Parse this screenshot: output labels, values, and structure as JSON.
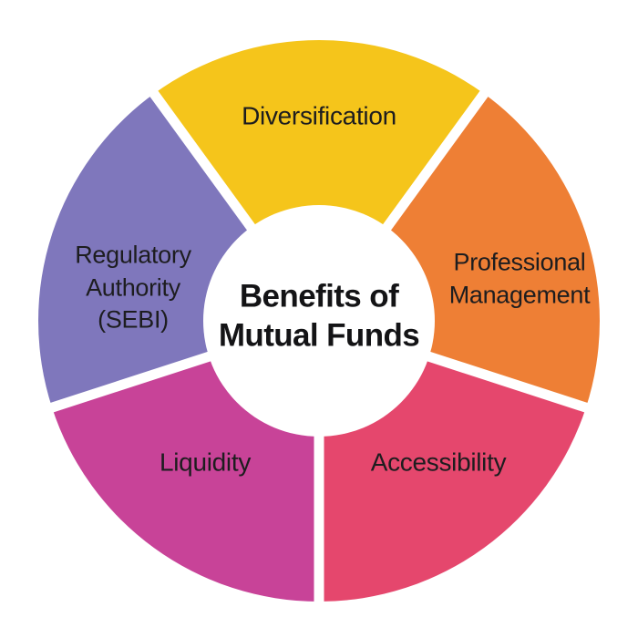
{
  "chart_data": {
    "type": "pie",
    "variant": "donut",
    "title": "Benefits of Mutual Funds",
    "center_label_lines": [
      "Benefits of",
      "Mutual Funds"
    ],
    "segments": [
      {
        "label": "Diversification",
        "value": 20,
        "color": "#F5C51B"
      },
      {
        "label": "Professional Management",
        "value": 20,
        "color": "#EE7F35"
      },
      {
        "label": "Accessibility",
        "value": 20,
        "color": "#E5476D"
      },
      {
        "label": "Liquidity",
        "value": 20,
        "color": "#C84398"
      },
      {
        "label": "Regulatory Authority (SEBI)",
        "value": 20,
        "color": "#7F77BC"
      }
    ],
    "layout_hints": {
      "start_angle_deg_screen": 234,
      "direction": "clockwise",
      "outer_radius": 308,
      "inner_radius": 127,
      "separator_width": 11,
      "separator_color": "#ffffff",
      "label_color": "#1d1d1f",
      "background_color": "#ffffff",
      "legend": "none",
      "labels_inside_segments": true
    }
  }
}
